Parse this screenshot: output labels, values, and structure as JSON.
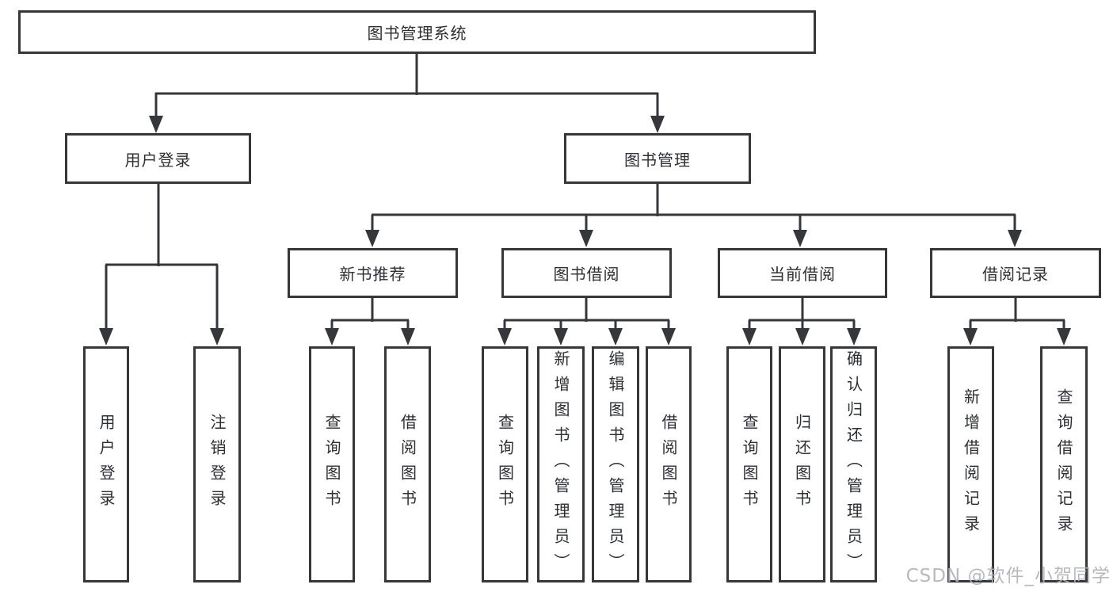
{
  "tree": {
    "root": "图书管理系统",
    "user_login_branch": {
      "label": "用户登录",
      "children": [
        "用户登录",
        "注销登录"
      ]
    },
    "book_mgmt_branch": {
      "label": "图书管理"
    },
    "new_books": {
      "label": "新书推荐",
      "children": [
        "查询图书",
        "借阅图书"
      ]
    },
    "book_borrow": {
      "label": "图书借阅",
      "children": [
        "查询图书",
        "新增图书（管理员）",
        "编辑图书（管理员）",
        "借阅图书"
      ]
    },
    "current_borrow": {
      "label": "当前借阅",
      "children": [
        "查询图书",
        "归还图书",
        "确认归还（管理员）"
      ]
    },
    "borrow_records": {
      "label": "借阅记录",
      "children": [
        "新增借阅记录",
        "查询借阅记录"
      ]
    }
  },
  "watermark": "CSDN @软件_小贺同学",
  "colors": {
    "line": "#36373b",
    "box_border": "#36373b",
    "text": "#2d2f34",
    "background": "#ffffff",
    "watermark": "#b2b2ba"
  }
}
